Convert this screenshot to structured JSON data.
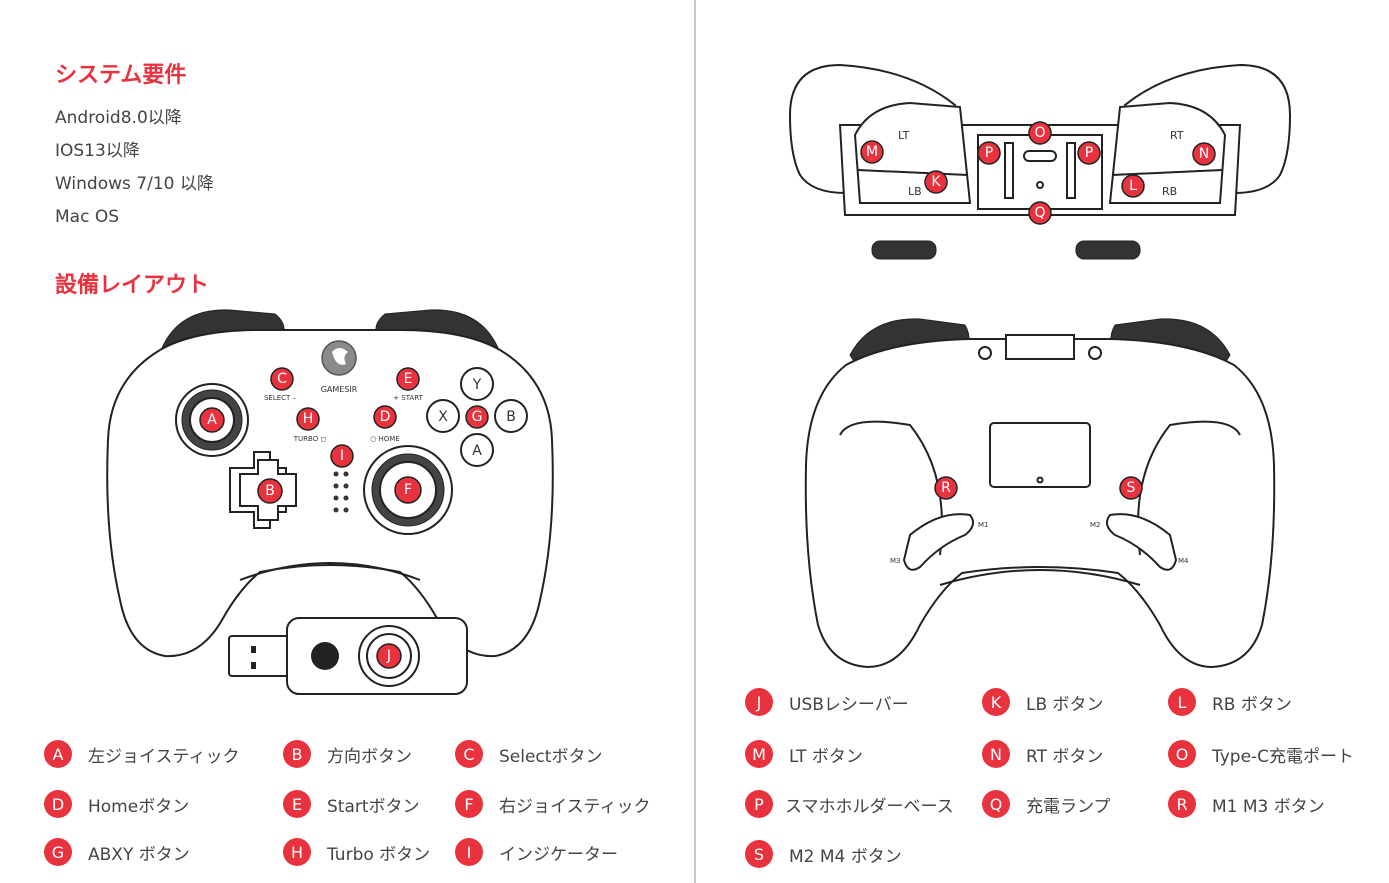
{
  "headings": {
    "requirements": "システム要件",
    "layout": "設備レイアウト"
  },
  "requirements": [
    "Android8.0以降",
    "IOS13以降",
    "Windows 7/10 以降",
    "Mac OS"
  ],
  "diagram_labels": {
    "brand": "GAMESIR",
    "select": "SELECT –",
    "start": "+ START",
    "turbo": "TURBO ◻",
    "home": "○ HOME",
    "lt": "LT",
    "rt": "RT",
    "lb": "LB",
    "rb": "RB",
    "m1": "M1",
    "m2": "M2",
    "m3": "M3",
    "m4": "M4"
  },
  "legend": [
    {
      "letter": "A",
      "text": "左ジョイスティック"
    },
    {
      "letter": "B",
      "text": "方向ボタン"
    },
    {
      "letter": "C",
      "text": "Selectボタン"
    },
    {
      "letter": "D",
      "text": "Homeボタン"
    },
    {
      "letter": "E",
      "text": "Startボタン"
    },
    {
      "letter": "F",
      "text": "右ジョイスティック"
    },
    {
      "letter": "G",
      "text": "ABXY ボタン"
    },
    {
      "letter": "H",
      "text": "Turbo ボタン"
    },
    {
      "letter": "I",
      "text": "インジケーター"
    },
    {
      "letter": "J",
      "text": "USBレシーバー"
    },
    {
      "letter": "K",
      "text": "LB ボタン"
    },
    {
      "letter": "L",
      "text": "RB ボタン"
    },
    {
      "letter": "M",
      "text": "LT ボタン"
    },
    {
      "letter": "N",
      "text": "RT ボタン"
    },
    {
      "letter": "O",
      "text": "Type-C充電ポート"
    },
    {
      "letter": "P",
      "text": "スマホホルダーベース"
    },
    {
      "letter": "Q",
      "text": "充電ランプ"
    },
    {
      "letter": "R",
      "text": "M1 M3 ボタン"
    },
    {
      "letter": "S",
      "text": "M2 M4 ボタン"
    }
  ],
  "face_buttons": [
    "Y",
    "X",
    "B",
    "A"
  ],
  "colors": {
    "accent": "#e8333f",
    "divider": "#c8c8c8"
  }
}
